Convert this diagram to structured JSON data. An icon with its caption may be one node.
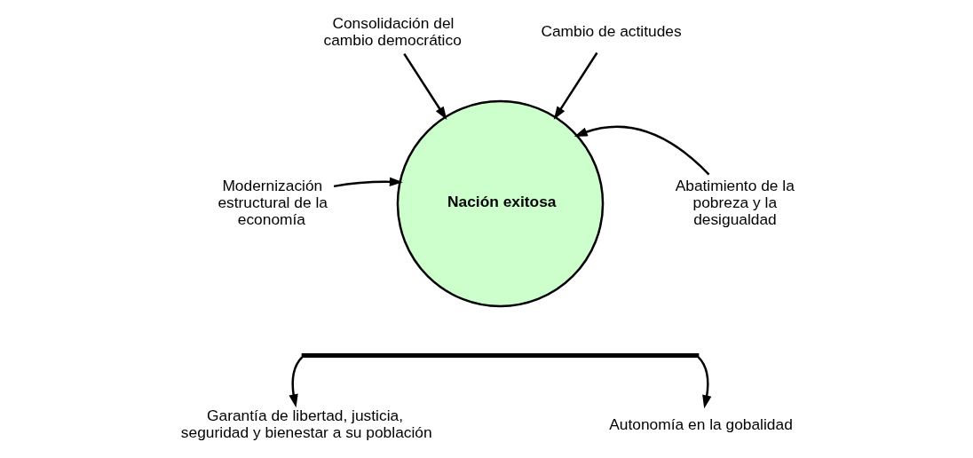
{
  "diagram": {
    "nodes": [
      {
        "text": [
          "Nación exitosa"
        ]
      },
      {
        "text": [
          "Consolidación del cambio democrático"
        ]
      },
      {
        "text": [
          "Cambio de actitudes"
        ]
      },
      {
        "text": [
          "Modernización estructural de la economía"
        ]
      },
      {
        "text": [
          "Abatimiento de la pobreza y la desigualdad"
        ]
      },
      {
        "text": [
          "Garantía de libertad, justicia, seguridad y bienestar a su población"
        ]
      },
      {
        "text": [
          "Autonomía en la gobalidad"
        ]
      },
      {
        "text": [],
        "shape": "bar"
      }
    ],
    "edges": [
      {
        "from": 1,
        "to": 0,
        "arrow": "to"
      },
      {
        "from": 2,
        "to": 0,
        "arrow": "to"
      },
      {
        "from": 3,
        "to": 0,
        "arrow": "to"
      },
      {
        "from": 4,
        "to": 0,
        "arrow": "to"
      },
      {
        "from": 7,
        "to": 5,
        "arrow": "to"
      },
      {
        "from": 7,
        "to": 6,
        "arrow": "to"
      }
    ]
  }
}
